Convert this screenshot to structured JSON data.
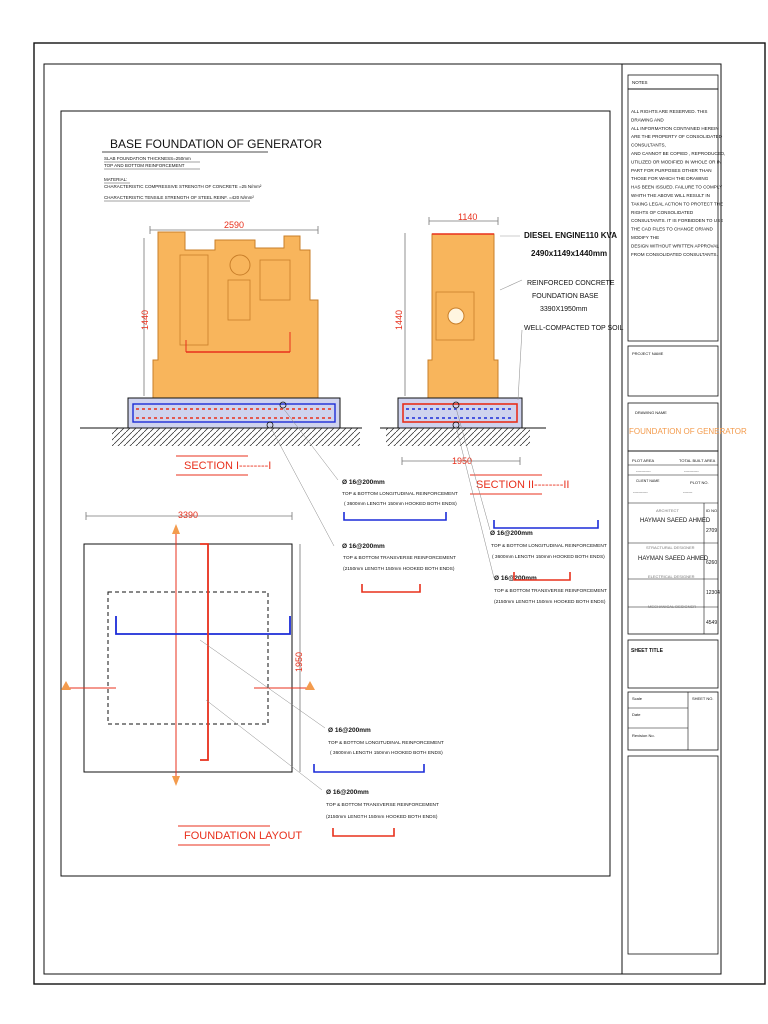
{
  "drawing": {
    "title": "BASE FOUNDATION OF GENERATOR",
    "notes": [
      "SLAB FOUNDATION THICKNESS=250mm",
      "TOP AND BOTTOM REINFORCEMENT",
      "MATERIAL:",
      "CHARACTERISTIC COMPRESSIVE STRENGTH OF CONCRETE =25 N/mm²",
      "CHARACTERISTIC TENSILE STRENGTH OF STEEL REINF. =420 N/mm²"
    ],
    "section1": {
      "label": "SECTION I--------I",
      "dim_width": "2590",
      "dim_height": "1440"
    },
    "section2": {
      "label": "SECTION II--------II",
      "dim_width": "1140",
      "dim_height": "1440",
      "dim_base": "1950"
    },
    "engine_labels": {
      "engine": "DIESEL ENGINE110 KVA",
      "engine_dims": "2490x1149x1440mm",
      "base1": "REINFORCED CONCRETE",
      "base2": "FOUNDATION BASE",
      "base3": "3390X1950mm",
      "soil": "WELL-COMPACTED TOP SOIL"
    },
    "rebar": {
      "long_mark": "Ø 16@200mm",
      "long_desc": "TOP & BOTTOM LONGITUDINAL REINFORCEMENT",
      "long_len": "( 3600mm LENGTH 150mm HOOKED BOTH ENDS)",
      "trans_mark": "Ø 16@200mm",
      "trans_desc": "TOP & BOTTOM TRANSVERSE REINFORCEMENT",
      "trans_len": "(2150mm LENGTH 150mm HOOKED BOTH ENDS)",
      "trans_mark_b": "Ø 16@200mm",
      "trans_desc_b": "TOP & BOTTOM TRANSVERSE REINFORCEMENT",
      "trans_len_b": "(2150mm LENGTH 150mm HOOKED BOTH ENDS)"
    },
    "layout": {
      "label": "FOUNDATION LAYOUT",
      "dim_width": "3390",
      "dim_height": "1950"
    }
  },
  "title_block": {
    "notes_header": "NOTES",
    "rights_text": [
      "ALL RIGHTS ARE RESERVED. THIS",
      "DRAWING AND",
      "ALL INFORMATION CONTAINED HEREIN",
      "ARE THE PROPERTY OF CONSOLIDATED",
      "CONSULTANTS,",
      "AND CANNOT BE COPIED , REPRODUCED,",
      "UTILIZED OR MODIFIED IN WHOLE OR IN",
      "PART FOR PURPOSES OTHER THAN",
      "THOSE FOR WHICH THE DRAWING",
      "HAS BEEN ISSUED. FAILURE TO COMPLY",
      "WHITH THE ABOVE WILL RESULT IN",
      "TAKING LEGAL ACTION TO PROTECT THE",
      "RIGHTS OF CONSOLIDATED",
      "CONSULTANTS. IT IS FORBIDDEN TO USE",
      "THE CAD FILES TO CHANGE OR/AND",
      "MODIFY THE",
      "DESIGN WITHOUT WRITTEN APPROVAL",
      "FROM CONSOLIDATED CONSULTANTS."
    ],
    "project_name_label": "PROJECT NAME",
    "drawing_name_label": "DRAWING NAME",
    "drawing_name": "FOUNDATION OF GENERATOR",
    "plot_area_label": "PLOT AREA",
    "total_built_label": "TOTAL BUILT AREA",
    "plot_area_value": "-----------",
    "total_built_value": "-----------",
    "client_name_label": "CLIENT NAME",
    "plot_no_label": "PLOT NO.",
    "client_name_value": "-----------",
    "plot_no_value": "-------",
    "architect_label": "ARCHITECT",
    "id_no_label": "ID NO.",
    "architect_name": "HAYMAN SAEED AHMED",
    "architect_id": "2709",
    "structural_label": "STRACTURAL DESIGNER",
    "structural_name": "HAYMAN SAEED AHMED",
    "structural_id": "6260",
    "electrical_label": "ELECTRICAL DESIGNER",
    "electrical_id": "12304",
    "mechanical_label": "MECHANICAL DESIGNER",
    "mechanical_id": "4549",
    "sheet_title_label": "SHEET TITLE",
    "scale_label": "Scale",
    "sheet_no_label": "SHEET NO.",
    "date_label": "Date",
    "revision_label": "Revision No."
  },
  "colors": {
    "engine_fill": "#f8b55c",
    "red": "#e8301c",
    "blue": "#1c2cd8",
    "base_fill": "#cfd3ee"
  }
}
